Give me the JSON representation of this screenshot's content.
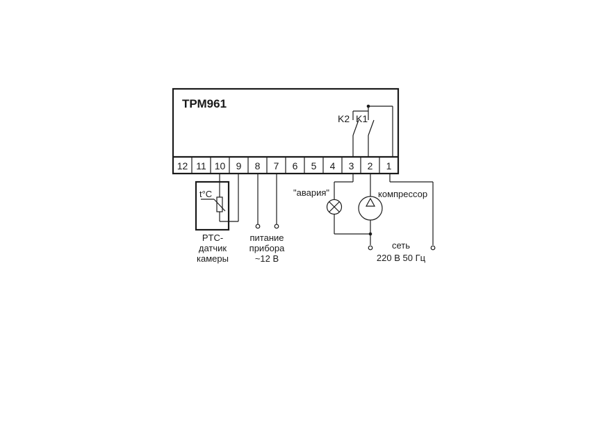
{
  "device": {
    "title": "ТРМ961"
  },
  "terminals": [
    "12",
    "11",
    "10",
    "9",
    "8",
    "7",
    "6",
    "5",
    "4",
    "3",
    "2",
    "1"
  ],
  "relays": {
    "k2": "K2",
    "k1": "K1"
  },
  "sensor": {
    "symbol": "t°C",
    "label_lines": [
      "PTC-",
      "датчик",
      "камеры"
    ]
  },
  "power": {
    "label_lines": [
      "питание",
      "прибора",
      "~12 В"
    ]
  },
  "alarm": {
    "label": "\"авария\""
  },
  "compressor": {
    "label": "компрессор"
  },
  "mains": {
    "label_lines": [
      "сеть",
      "220 В  50 Гц"
    ]
  }
}
